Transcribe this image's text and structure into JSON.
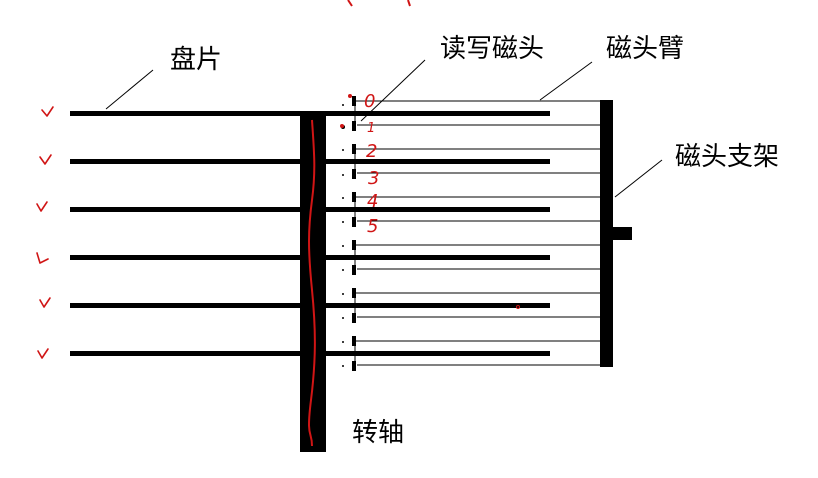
{
  "labels": {
    "platter": "盘片",
    "head": "读写磁头",
    "arm": "磁头臂",
    "assembly": "磁头支架",
    "spindle": "转轴"
  },
  "annotations": {
    "head_numbers": [
      "0",
      "1",
      "2",
      "3",
      "4",
      "5"
    ]
  },
  "colors": {
    "ink": "#000000",
    "annotation": "#d01515"
  }
}
